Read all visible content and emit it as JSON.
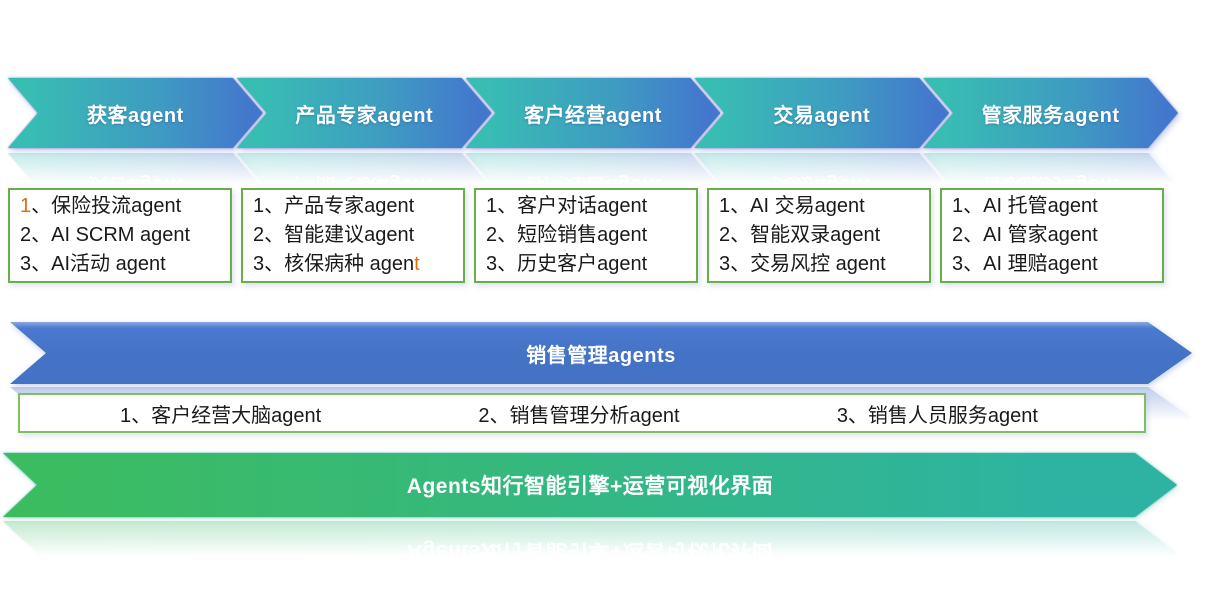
{
  "colors": {
    "arrow_teal": "#38bdb3",
    "arrow_blue": "#4377cd",
    "box_border_green": "#6aae49",
    "sales_box_border_green": "#7fbf5f",
    "banner_blue": "#4472c4",
    "banner_green_start": "#3cbc5e",
    "banner_green_end": "#2eb3a2",
    "accent_orange": "#e36c09",
    "text_black": "#1a1a1a",
    "text_white": "#ffffff"
  },
  "top_arrows": [
    {
      "label": "获客agent"
    },
    {
      "label": "产品专家agent"
    },
    {
      "label": "客户经营agent"
    },
    {
      "label": "交易agent"
    },
    {
      "label": "管家服务agent"
    }
  ],
  "agent_boxes": [
    {
      "items": [
        {
          "pre": "",
          "accent": "1",
          "post": "、保险投流agent"
        },
        {
          "pre": "2、AI SCRM agent",
          "accent": "",
          "post": ""
        },
        {
          "pre": "3、AI活动 agent",
          "accent": "",
          "post": ""
        }
      ]
    },
    {
      "items": [
        {
          "pre": "1、产品专家agent",
          "accent": "",
          "post": ""
        },
        {
          "pre": "2、智能建议agent",
          "accent": "",
          "post": ""
        },
        {
          "pre": "3、核保病种 agen",
          "accent": "t",
          "post": ""
        }
      ]
    },
    {
      "items": [
        {
          "pre": "1、客户对话agent",
          "accent": "",
          "post": ""
        },
        {
          "pre": "2、短险销售agent",
          "accent": "",
          "post": ""
        },
        {
          "pre": "3、历史客户agent",
          "accent": "",
          "post": ""
        }
      ]
    },
    {
      "items": [
        {
          "pre": "1、AI 交易agent",
          "accent": "",
          "post": ""
        },
        {
          "pre": "2、智能双录agent",
          "accent": "",
          "post": ""
        },
        {
          "pre": "3、交易风控 agent",
          "accent": "",
          "post": ""
        }
      ]
    },
    {
      "items": [
        {
          "pre": "1、AI 托管agent",
          "accent": "",
          "post": ""
        },
        {
          "pre": "2、AI 管家agent",
          "accent": "",
          "post": ""
        },
        {
          "pre": "3、AI 理赔agent",
          "accent": "",
          "post": ""
        }
      ]
    }
  ],
  "sales_banner": {
    "label": "销售管理agents"
  },
  "sales_box": {
    "items": [
      "1、客户经营大脑agent",
      "2、销售管理分析agent",
      "3、销售人员服务agent"
    ]
  },
  "engine_banner": {
    "label": "Agents知行智能引擎+运营可视化界面"
  }
}
